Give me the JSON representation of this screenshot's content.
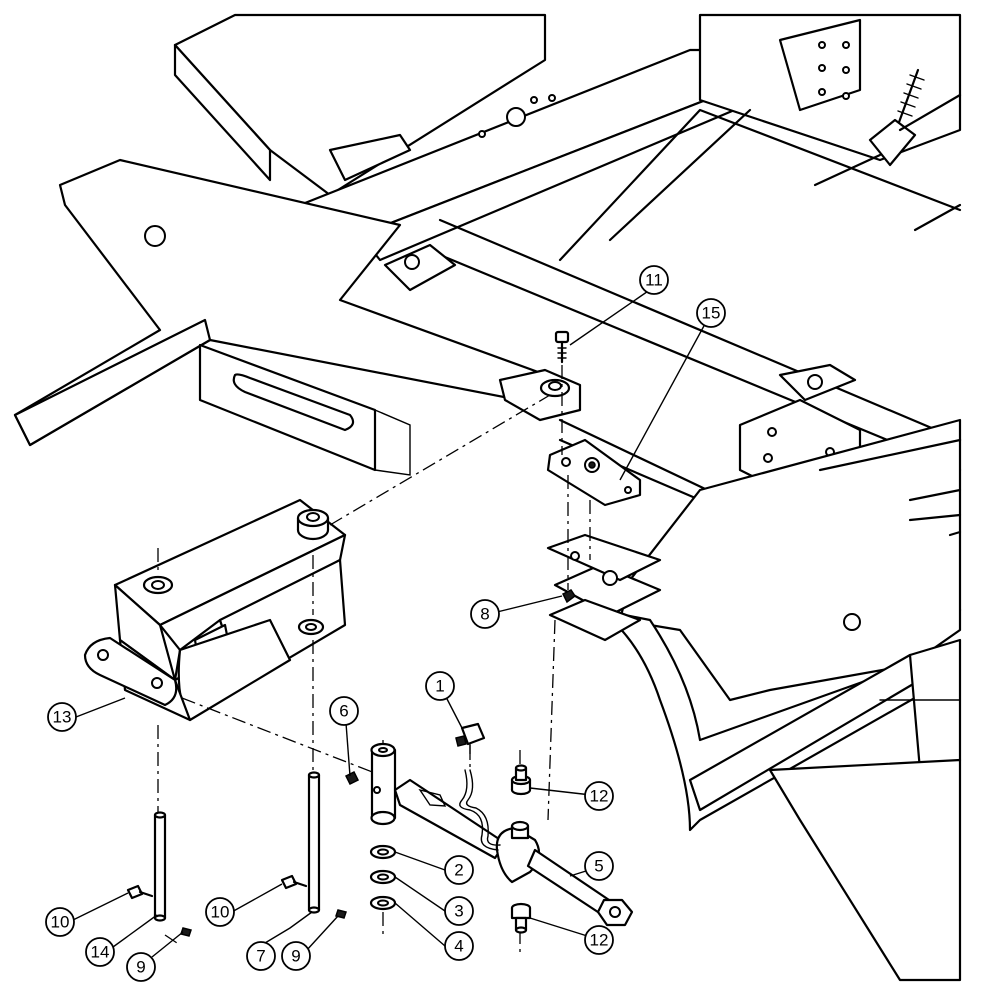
{
  "callouts": [
    {
      "id": "c1",
      "label": "1"
    },
    {
      "id": "c2",
      "label": "2"
    },
    {
      "id": "c3",
      "label": "3"
    },
    {
      "id": "c4",
      "label": "4"
    },
    {
      "id": "c5",
      "label": "5"
    },
    {
      "id": "c6",
      "label": "6"
    },
    {
      "id": "c7",
      "label": "7"
    },
    {
      "id": "c8",
      "label": "8"
    },
    {
      "id": "c9a",
      "label": "9"
    },
    {
      "id": "c9b",
      "label": "9"
    },
    {
      "id": "c10a",
      "label": "10"
    },
    {
      "id": "c10b",
      "label": "10"
    },
    {
      "id": "c11",
      "label": "11"
    },
    {
      "id": "c12a",
      "label": "12"
    },
    {
      "id": "c12b",
      "label": "12"
    },
    {
      "id": "c13",
      "label": "13"
    },
    {
      "id": "c14",
      "label": "14"
    },
    {
      "id": "c15",
      "label": "15"
    }
  ]
}
